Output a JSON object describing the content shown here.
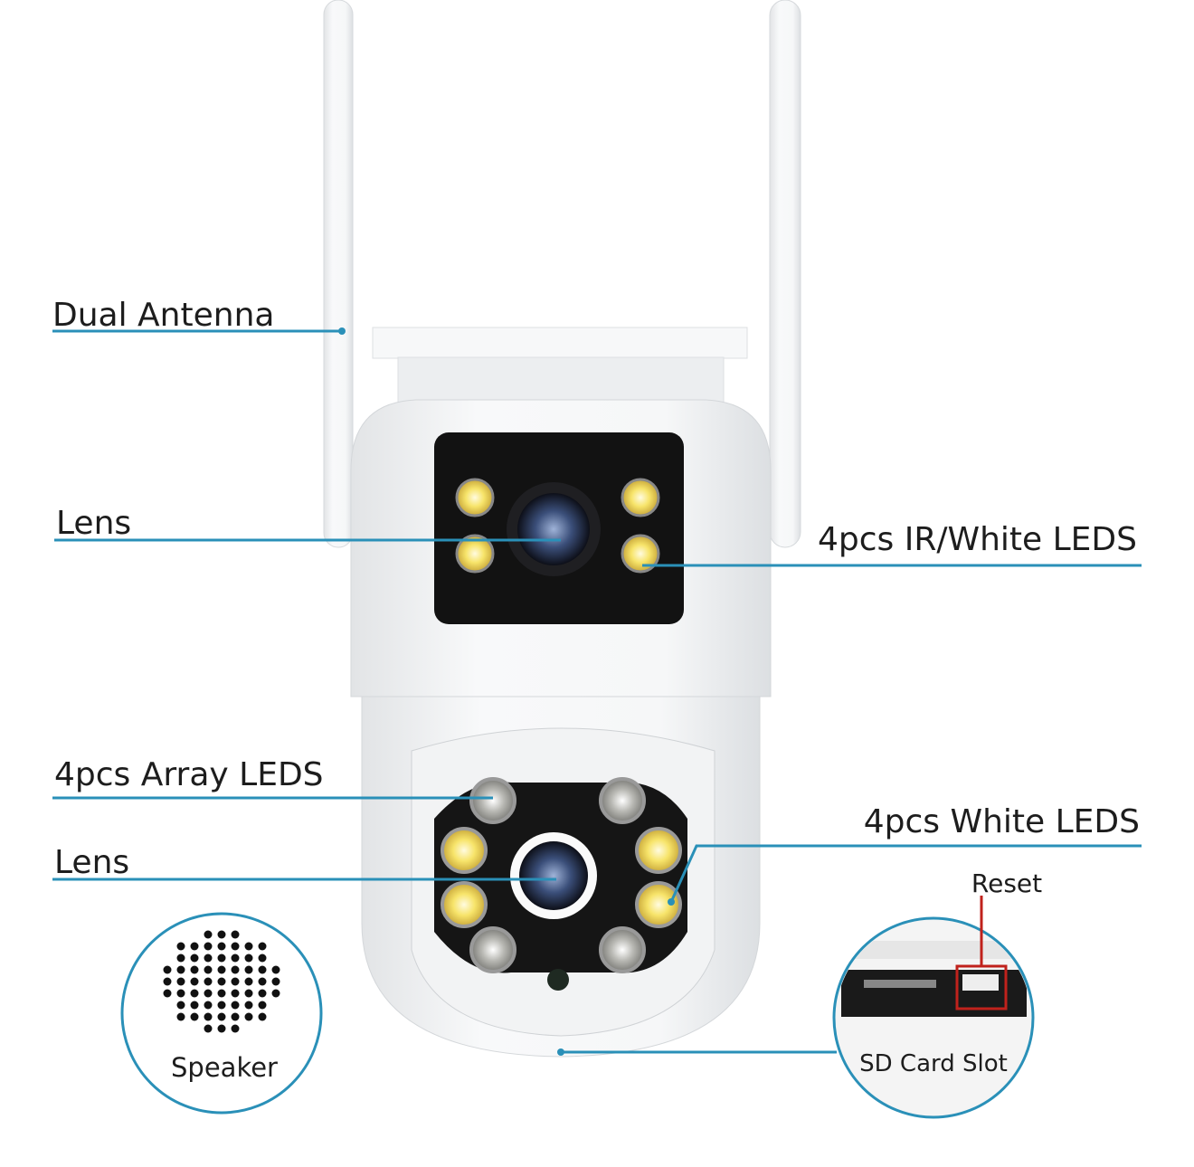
{
  "labels": {
    "dual_antenna": "Dual Antenna",
    "lens_top": "Lens",
    "ir_white_leds": "4pcs IR/White LEDS",
    "array_leds": "4pcs Array LEDS",
    "lens_bottom": "Lens",
    "white_leds": "4pcs White LEDS",
    "reset": "Reset",
    "speaker": "Speaker",
    "sd_card_slot": "SD Card Slot"
  },
  "colors": {
    "callout_line": "#2a90b8",
    "reset_marker": "#c0221c",
    "body": "#f4f5f6",
    "panel": "#111111"
  }
}
